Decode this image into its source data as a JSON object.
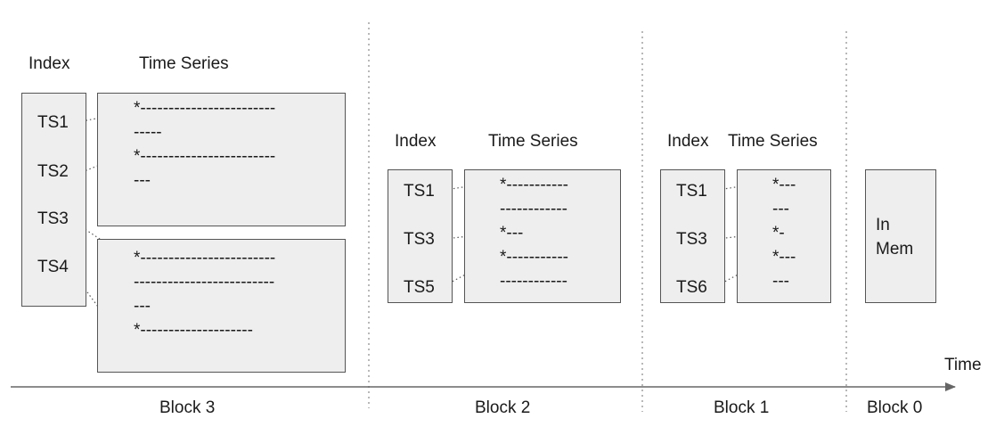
{
  "axis": {
    "label": "Time"
  },
  "blocks": [
    {
      "label": "Block 3",
      "index_header": "Index",
      "series_header": "Time Series",
      "index_items": [
        "TS1",
        "TS2",
        "TS3",
        "TS4"
      ],
      "series_box_1_lines": [
        "*------------------------",
        "-----",
        "*------------------------",
        "---"
      ],
      "series_box_2_lines": [
        "*------------------------",
        "-------------------------",
        "---",
        "*--------------------"
      ]
    },
    {
      "label": "Block 2",
      "index_header": "Index",
      "series_header": "Time Series",
      "index_items": [
        "TS1",
        "TS3",
        "TS5"
      ],
      "series_lines": [
        "*-----------",
        "------------",
        "*---",
        "*-----------",
        "------------"
      ]
    },
    {
      "label": "Block 1",
      "index_header": "Index",
      "series_header": "Time Series",
      "index_items": [
        "TS1",
        "TS3",
        "TS6"
      ],
      "series_lines": [
        "*---",
        "---",
        "*-",
        "*---",
        "---"
      ]
    },
    {
      "label": "Block 0",
      "in_mem_lines": [
        "In",
        "Mem"
      ]
    }
  ]
}
